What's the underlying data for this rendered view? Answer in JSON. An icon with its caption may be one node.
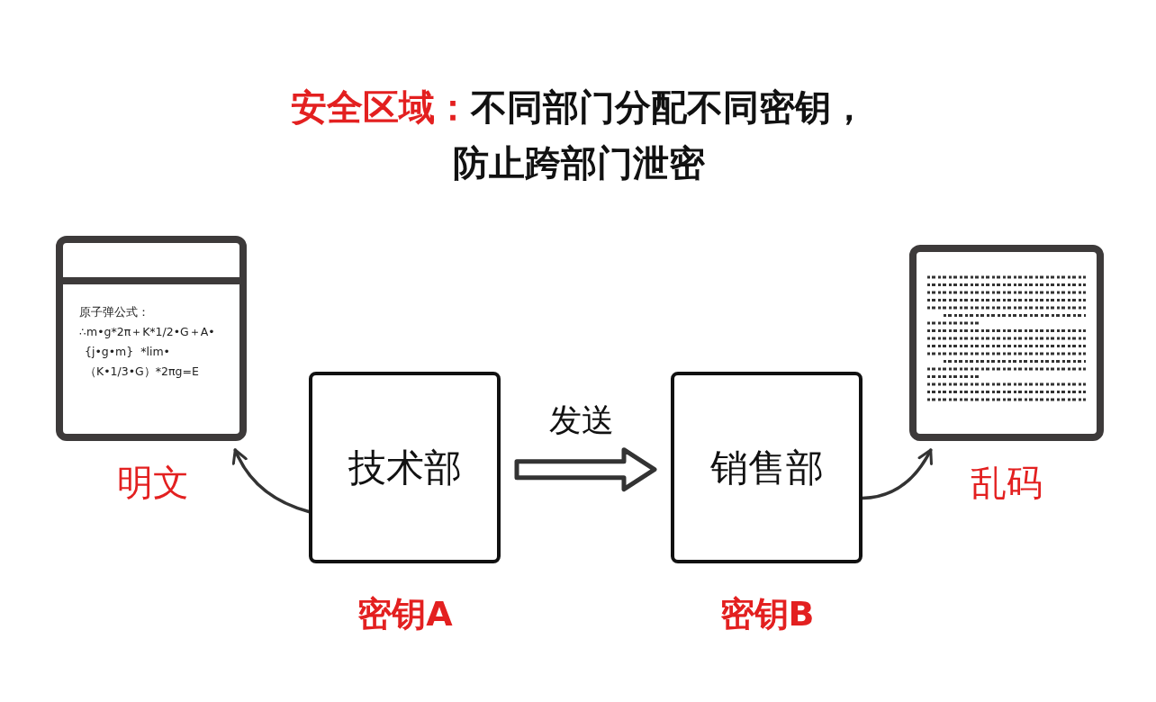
{
  "diagram": {
    "title": "**安全区域：**不同部门分配不同密钥，防止跨部门泄密",
    "nodes": [
      {
        "text": [
          "原子弹公式：",
          "∴m•g*2π＋K*1/2•G＋A•",
          "{j•g•m}  *lim•",
          "（K•1/3•G）*2πg=E"
        ],
        "beside": [
          "明文"
        ]
      },
      {
        "text": [
          "技术部"
        ],
        "beside": [
          "密钥A"
        ]
      },
      {
        "text": [
          "销售部"
        ],
        "beside": [
          "密钥B"
        ]
      },
      {
        "text": [],
        "shape": "picture",
        "beside": [
          "乱码"
        ]
      }
    ],
    "edges": [
      {
        "from": 1,
        "to": 0,
        "arrow": "to"
      },
      {
        "from": 1,
        "to": 2,
        "arrow": "to",
        "label": "发送",
        "style": "thick"
      },
      {
        "from": 2,
        "to": 3,
        "arrow": "to"
      }
    ]
  }
}
